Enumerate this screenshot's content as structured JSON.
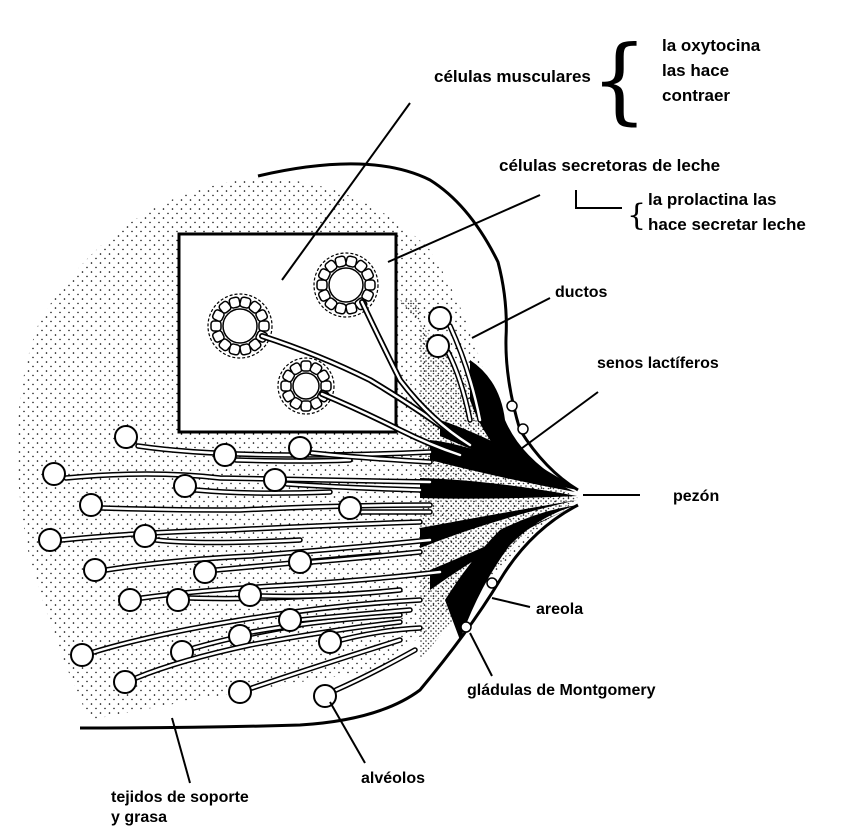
{
  "labels": {
    "muscle_cells": "células musculares",
    "oxytocin_note": [
      "la oxytocina",
      "las hace",
      "contraer"
    ],
    "secretory_cells": "células secretoras de leche",
    "prolactin_note": [
      "la prolactina las",
      "hace secretar leche"
    ],
    "ducts": "ductos",
    "lactiferous_sinuses": "senos lactíferos",
    "nipple": "pezón",
    "areola": "areola",
    "montgomery": "gládulas de Montgomery",
    "alveoli": "alvéolos",
    "support_tissue": [
      "tejidos de soporte",
      "y grasa"
    ]
  },
  "colors": {
    "ink": "#000000",
    "paper": "#ffffff"
  }
}
